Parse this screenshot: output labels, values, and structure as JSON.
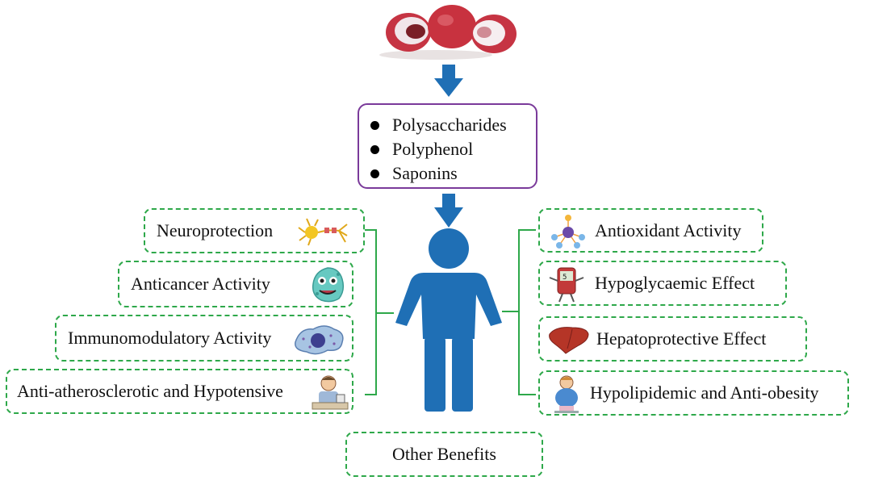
{
  "compounds": [
    "Polysaccharides",
    "Polyphenol",
    "Saponins"
  ],
  "left_benefits": [
    {
      "label": "Neuroprotection",
      "icon": "neuron-icon"
    },
    {
      "label": "Anticancer Activity",
      "icon": "cancer-cell-icon"
    },
    {
      "label": "Immunomodulatory Activity",
      "icon": "immune-cell-icon"
    },
    {
      "label": "Anti-atherosclerotic and Hypotensive",
      "icon": "blood-pressure-patient-icon"
    }
  ],
  "right_benefits": [
    {
      "label": "Antioxidant Activity",
      "icon": "molecule-icon"
    },
    {
      "label": "Hypoglycaemic Effect",
      "icon": "glucose-meter-icon"
    },
    {
      "label": "Hepatoprotective Effect",
      "icon": "liver-icon"
    },
    {
      "label": "Hypolipidemic and Anti-obesity",
      "icon": "overweight-child-icon"
    }
  ],
  "other": "Other Benefits",
  "colors": {
    "arrow": "#1f6fb5",
    "human": "#1f6fb5",
    "dashed_border": "#2ea84a",
    "bracket": "#2ea84a",
    "compound_border": "#7a3a9a",
    "fruit": "#c8323f"
  }
}
